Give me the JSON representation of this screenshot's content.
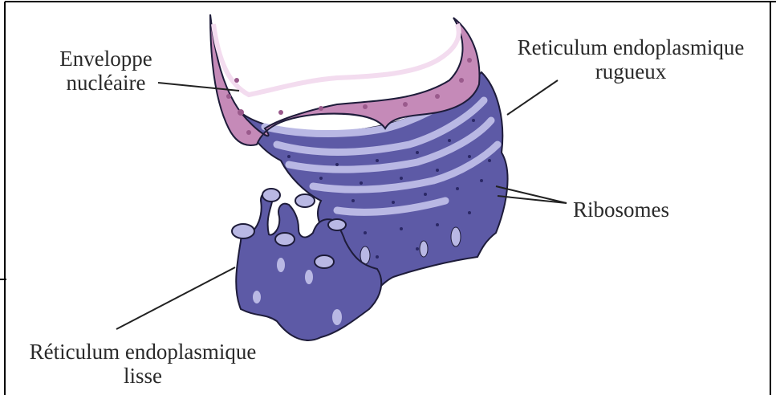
{
  "labels": {
    "nuclear_envelope": [
      "Enveloppe",
      "nucléaire"
    ],
    "rough_er": [
      "Reticulum endoplasmique",
      "rugueux"
    ],
    "ribosomes": "Ribosomes",
    "smooth_er": [
      "Réticulum endoplasmique",
      "lisse"
    ]
  },
  "colors": {
    "envelope_fill": "#c58ab8",
    "envelope_dark": "#9a5a8c",
    "envelope_light": "#f3dcef",
    "er_fill": "#5d5aa6",
    "er_dark": "#3e3a86",
    "er_light": "#b9b8e4",
    "outline": "#1e1c3a"
  }
}
